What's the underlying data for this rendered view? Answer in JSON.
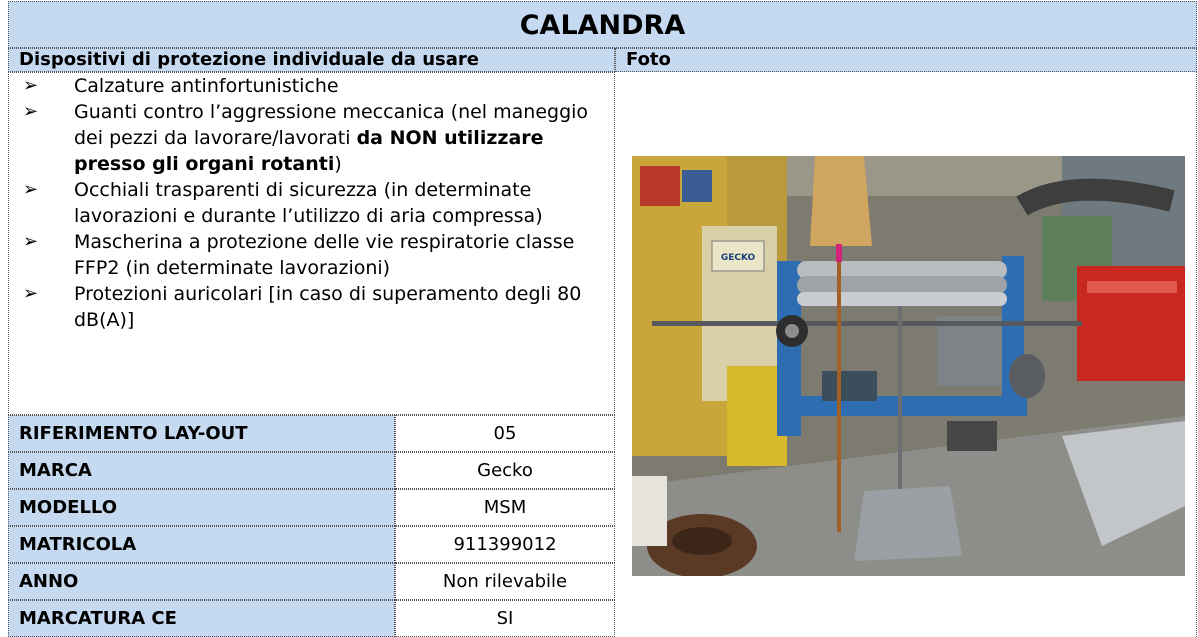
{
  "title": "CALANDRA",
  "headers": {
    "left": "Dispositivi di protezione individuale da usare",
    "right": "Foto"
  },
  "dpi_items": [
    {
      "text": "Calzature antinfortunistiche"
    },
    {
      "text": "Guanti contro l’aggressione meccanica (nel maneggio dei pezzi da lavorare/lavorati ",
      "bold": "da NON utilizzare presso gli organi rotanti",
      "after": ")"
    },
    {
      "text": "Occhiali trasparenti di sicurezza (in determinate lavorazioni e durante l’utilizzo di aria compressa)"
    },
    {
      "text": "Mascherina a protezione delle vie respiratorie classe FFP2 (in determinate lavorazioni)"
    },
    {
      "text": "Protezioni auricolari [in caso di superamento degli 80 dB(A)]"
    }
  ],
  "details": [
    {
      "label": "RIFERIMENTO LAY-OUT",
      "value": "05"
    },
    {
      "label": "MARCA",
      "value": "Gecko"
    },
    {
      "label": "MODELLO",
      "value": "MSM"
    },
    {
      "label": "MATRICOLA",
      "value": "911399012"
    },
    {
      "label": "ANNO",
      "value": "Non rilevabile"
    },
    {
      "label": "MARCATURA CE",
      "value": "SI"
    }
  ],
  "photo": {
    "machine_label": "GECKO",
    "colors": {
      "frame_blue": "#2f6db3",
      "machine_cream": "#d9d0a8",
      "welder_red": "#c8281e",
      "floor_gray": "#8d8e8a"
    }
  }
}
